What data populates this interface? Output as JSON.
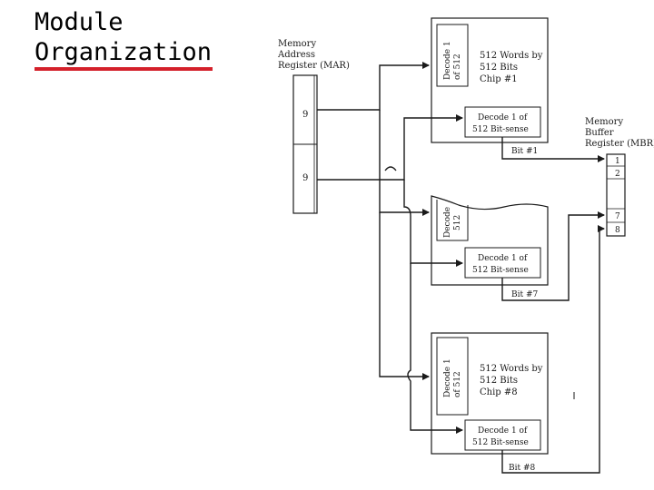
{
  "slide": {
    "title_line1": "Module",
    "title_line2": "Organization",
    "accent_color": "#d4202a"
  },
  "mar": {
    "label": [
      "Memory",
      "Address",
      "Register (MAR)"
    ],
    "field_top": "9",
    "field_bottom": "9"
  },
  "mbr": {
    "label": [
      "Memory",
      "Buffer",
      "Register (MBR)"
    ],
    "cells": [
      "1",
      "2",
      "7",
      "8"
    ]
  },
  "chips": [
    {
      "decoder_label": [
        "Decode 1",
        "of 512"
      ],
      "memory_label": [
        "512 Words by",
        "512 Bits",
        "Chip #1"
      ],
      "sense_label": [
        "Decode 1 of",
        "512 Bit-sense"
      ],
      "bit_label": "Bit #1"
    },
    {
      "decoder_label": [
        "Decode",
        "512"
      ],
      "memory_label": [],
      "sense_label": [
        "Decode 1 of",
        "512 Bit-sense"
      ],
      "bit_label": "Bit #7"
    },
    {
      "decoder_label": [
        "Decode 1",
        "of 512"
      ],
      "memory_label": [
        "512 Words by",
        "512 Bits",
        "Chip #8"
      ],
      "sense_label": [
        "Decode 1 of",
        "512 Bit-sense"
      ],
      "bit_label": "Bit #8"
    }
  ]
}
